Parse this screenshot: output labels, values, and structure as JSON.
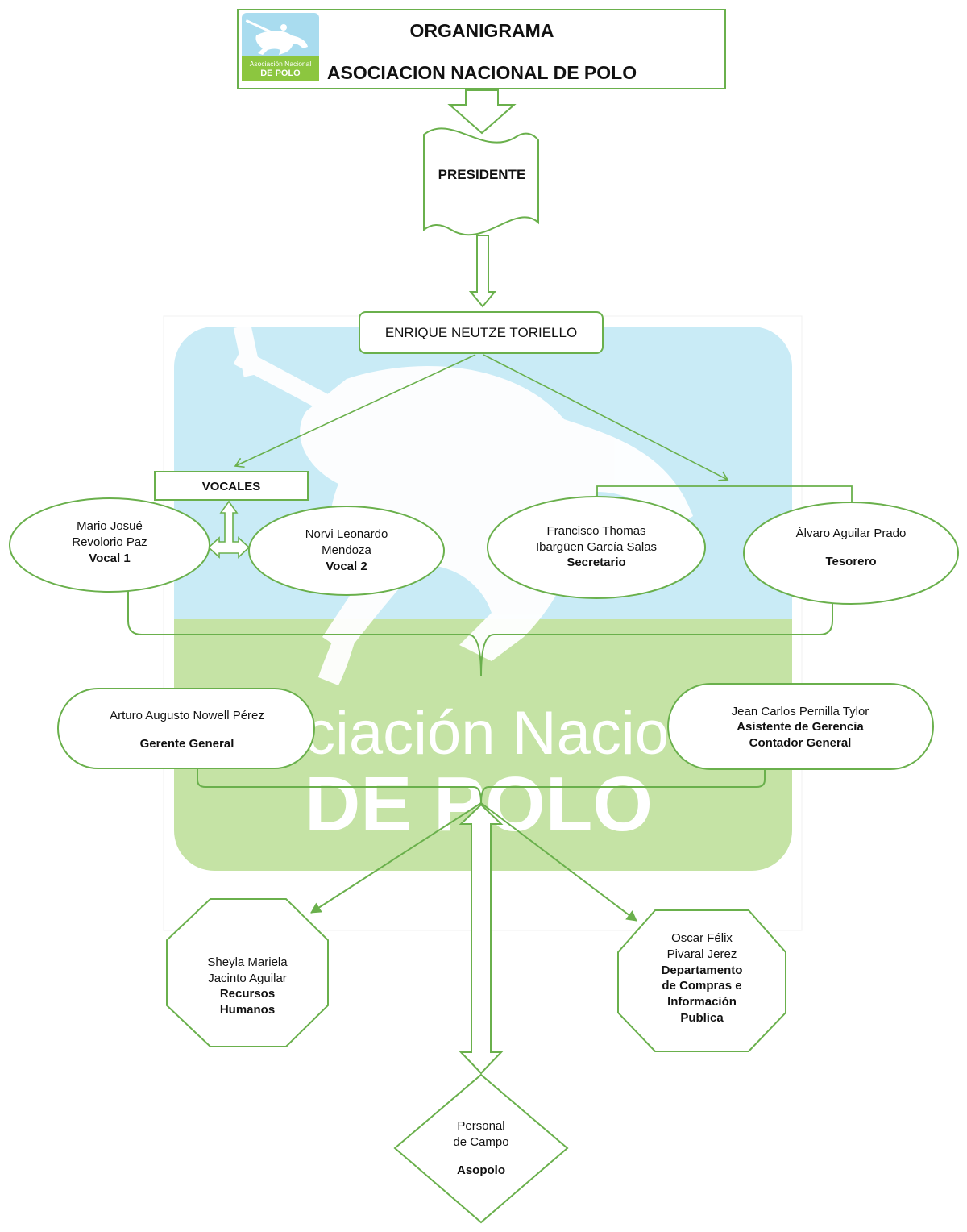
{
  "colors": {
    "outline": "#6ab04c",
    "logo_green": "#8cc63f",
    "logo_blue": "#a9dcef",
    "watermark_blue": "#c9ebf6",
    "watermark_green": "#c5e3a5"
  },
  "header": {
    "title": "ORGANIGRAMA",
    "subtitle": "ASOCIACION NACIONAL DE POLO",
    "logo": {
      "line1": "Asociación Nacional",
      "line2": "DE POLO",
      "icon": "polo-player-icon"
    }
  },
  "watermark": {
    "line1": "ciación Nacio",
    "line2": "DE POLO",
    "icon": "polo-horse-icon"
  },
  "president": {
    "label": "PRESIDENTE",
    "name": "ENRIQUE NEUTZE TORIELLO"
  },
  "vocales": {
    "label": "VOCALES",
    "vocal1": {
      "name1": "Mario Josué",
      "name2": "Revolorio Paz",
      "role": "Vocal 1"
    },
    "vocal2": {
      "name1": "Norvi Leonardo",
      "name2": "Mendoza",
      "role": "Vocal 2"
    }
  },
  "secretario": {
    "name1": "Francisco Thomas",
    "name2": "Ibargüen García Salas",
    "role": "Secretario"
  },
  "tesorero": {
    "name": "Álvaro Aguilar Prado",
    "role": "Tesorero"
  },
  "gerente": {
    "name": "Arturo Augusto Nowell Pérez",
    "role": "Gerente General"
  },
  "contador": {
    "name": "Jean Carlos Pernilla Tylor",
    "role1": "Asistente de Gerencia",
    "role2": "Contador General"
  },
  "rrhh": {
    "name1": "Sheyla Mariela",
    "name2": "Jacinto Aguilar",
    "role1": "Recursos",
    "role2": "Humanos"
  },
  "compras": {
    "name1": "Oscar Félix",
    "name2": "Pivaral Jerez",
    "role1": "Departamento",
    "role2": "de Compras e",
    "role3": "Información",
    "role4": "Publica"
  },
  "campo": {
    "line1": "Personal",
    "line2": "de Campo",
    "role": "Asopolo"
  }
}
